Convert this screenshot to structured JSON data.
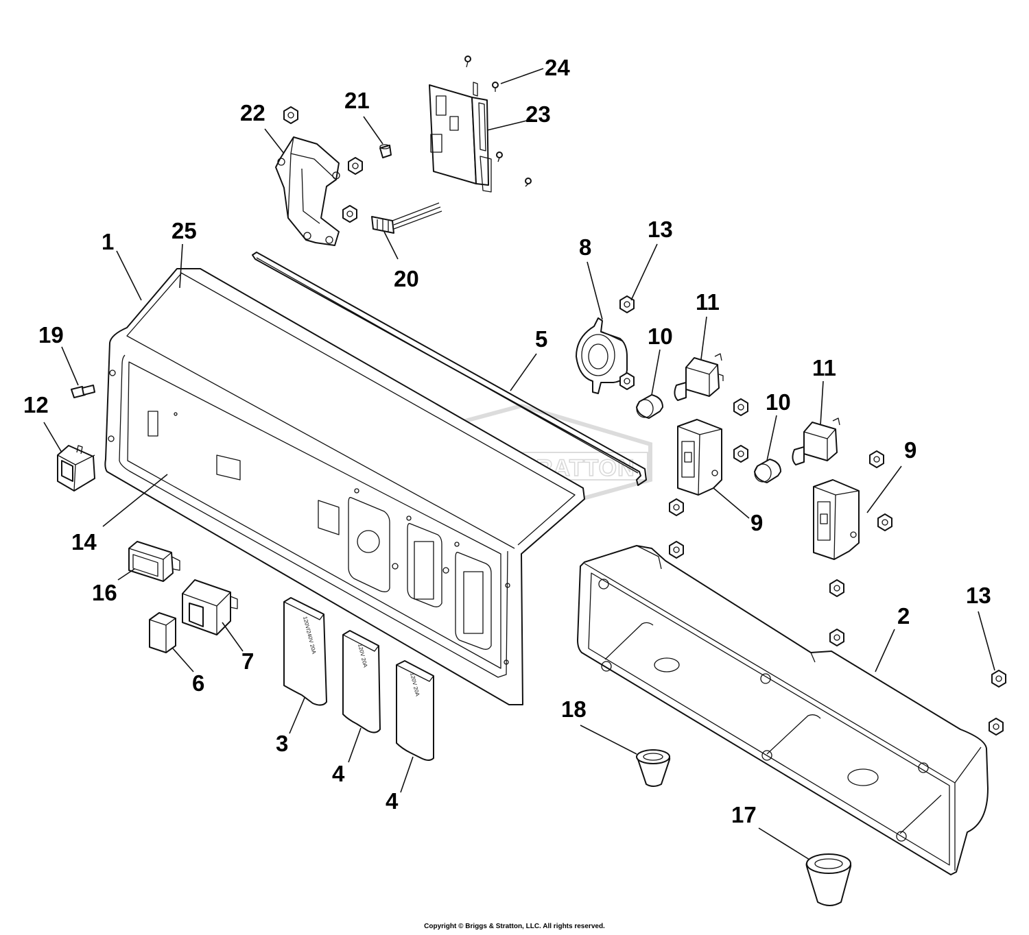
{
  "diagram": {
    "watermark": "BRIGGS&STRATTON",
    "copyright": "Copyright © Briggs & Stratton, LLC. All rights reserved.",
    "callouts": [
      {
        "id": "c1",
        "label": "1"
      },
      {
        "id": "c25",
        "label": "25"
      },
      {
        "id": "c19",
        "label": "19"
      },
      {
        "id": "c12",
        "label": "12"
      },
      {
        "id": "c14",
        "label": "14"
      },
      {
        "id": "c16",
        "label": "16"
      },
      {
        "id": "c7",
        "label": "7"
      },
      {
        "id": "c6",
        "label": "6"
      },
      {
        "id": "c3",
        "label": "3"
      },
      {
        "id": "c4a",
        "label": "4"
      },
      {
        "id": "c4b",
        "label": "4"
      },
      {
        "id": "c5",
        "label": "5"
      },
      {
        "id": "c22",
        "label": "22"
      },
      {
        "id": "c21",
        "label": "21"
      },
      {
        "id": "c24",
        "label": "24"
      },
      {
        "id": "c23",
        "label": "23"
      },
      {
        "id": "c20",
        "label": "20"
      },
      {
        "id": "c8",
        "label": "8"
      },
      {
        "id": "c13a",
        "label": "13"
      },
      {
        "id": "c11a",
        "label": "11"
      },
      {
        "id": "c10a",
        "label": "10"
      },
      {
        "id": "c11b",
        "label": "11"
      },
      {
        "id": "c10b",
        "label": "10"
      },
      {
        "id": "c9a",
        "label": "9"
      },
      {
        "id": "c9b",
        "label": "9"
      },
      {
        "id": "c13b",
        "label": "13"
      },
      {
        "id": "c2",
        "label": "2"
      },
      {
        "id": "c18",
        "label": "18"
      },
      {
        "id": "c17",
        "label": "17"
      }
    ],
    "cover_labels": {
      "cover_3": "120V/240V 20A",
      "cover_4a": "120V 20A",
      "cover_4b": "120V 20A"
    }
  }
}
